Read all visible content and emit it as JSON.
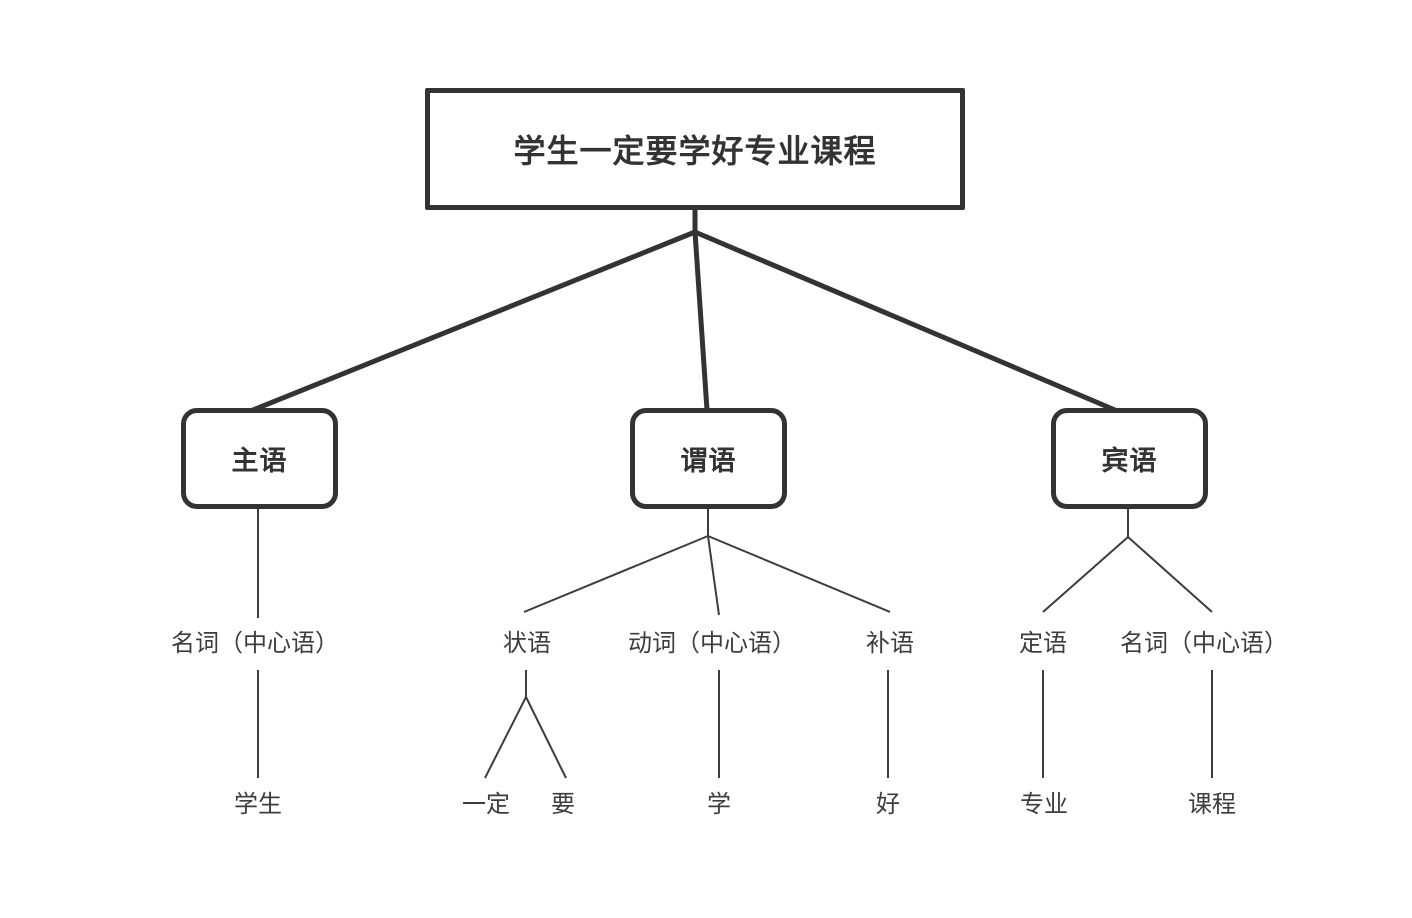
{
  "tree": {
    "sentence": "学生一定要学好专业课程",
    "level1": [
      {
        "id": "subject",
        "label": "主语"
      },
      {
        "id": "predicate",
        "label": "谓语"
      },
      {
        "id": "object",
        "label": "宾语"
      }
    ],
    "level2": [
      {
        "id": "noun-head-subject",
        "label": "名词（中心语）"
      },
      {
        "id": "adverbial",
        "label": "状语"
      },
      {
        "id": "verb-head",
        "label": "动词（中心语）"
      },
      {
        "id": "complement",
        "label": "补语"
      },
      {
        "id": "attributive",
        "label": "定语"
      },
      {
        "id": "noun-head-object",
        "label": "名词（中心语）"
      }
    ],
    "leaves": [
      {
        "id": "word-xuesheng",
        "label": "学生"
      },
      {
        "id": "word-yiding",
        "label": "一定"
      },
      {
        "id": "word-yao",
        "label": "要"
      },
      {
        "id": "word-xue",
        "label": "学"
      },
      {
        "id": "word-hao",
        "label": "好"
      },
      {
        "id": "word-zhuanye",
        "label": "专业"
      },
      {
        "id": "word-kecheng",
        "label": "课程"
      }
    ],
    "colors": {
      "line_primary": "#333333",
      "line_secondary": "#3d3d3d",
      "text": "#3d3d3d",
      "background": "#ffffff"
    }
  }
}
